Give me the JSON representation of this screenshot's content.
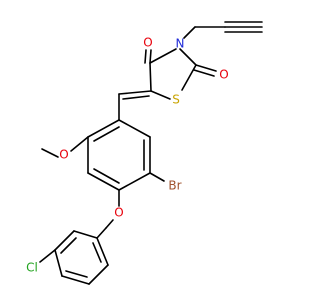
{
  "molecule": {
    "atom_labels": {
      "o_top": "O",
      "o_right": "O",
      "n": "N",
      "s": "S",
      "o_methoxy": "O",
      "br": "Br",
      "o_ether": "O",
      "cl": "Cl"
    },
    "colors": {
      "O": "#e8000b",
      "N": "#1f2bd8",
      "S": "#c9a400",
      "Br": "#a0522d",
      "Cl": "#22a31f",
      "C": "#000000"
    }
  }
}
